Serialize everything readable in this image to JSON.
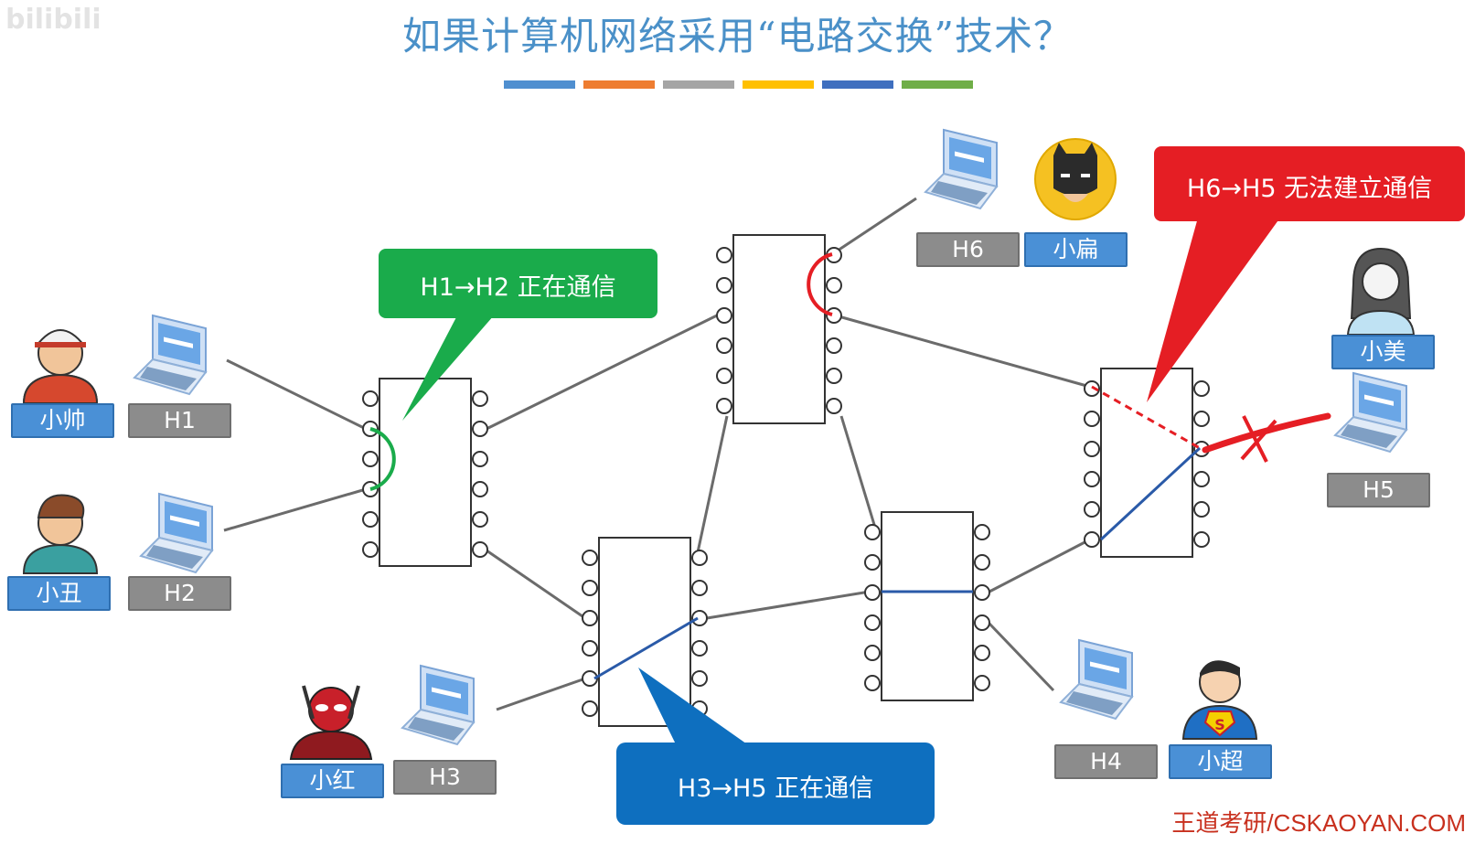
{
  "title": "如果计算机网络采用“电路交换”技术？",
  "colors": {
    "title": "#4a90c8",
    "host_label": "#8c8c8c",
    "person_label": "#4a90d6",
    "green": "#1aab4b",
    "blue": "#0e6fbf",
    "red": "#e51e24",
    "switch_border": "#333333",
    "link_line": "#6b6b6b",
    "circuit_blue": "#2a5aa8",
    "watermark": "#c8301e",
    "color_bar": [
      "#4f8fd0",
      "#ee7d31",
      "#a5a5a5",
      "#ffc000",
      "#3f6fbf",
      "#6fae47"
    ]
  },
  "hosts": {
    "h1": "H1",
    "h2": "H2",
    "h3": "H3",
    "h4": "H4",
    "h5": "H5",
    "h6": "H6"
  },
  "people": {
    "xiaoshuai": "小帅",
    "xiaochou": "小丑",
    "xiaohong": "小红",
    "xiaobian": "小扁",
    "xiaomei": "小美",
    "xiaochao": "小超"
  },
  "callouts": {
    "green": "H1→H2 正在通信",
    "blue": "H3→H5 正在通信",
    "red": "H6→H5 无法建立通信"
  },
  "watermark": "王道考研/CSKAOYAN.COM",
  "logo": "bilibili"
}
